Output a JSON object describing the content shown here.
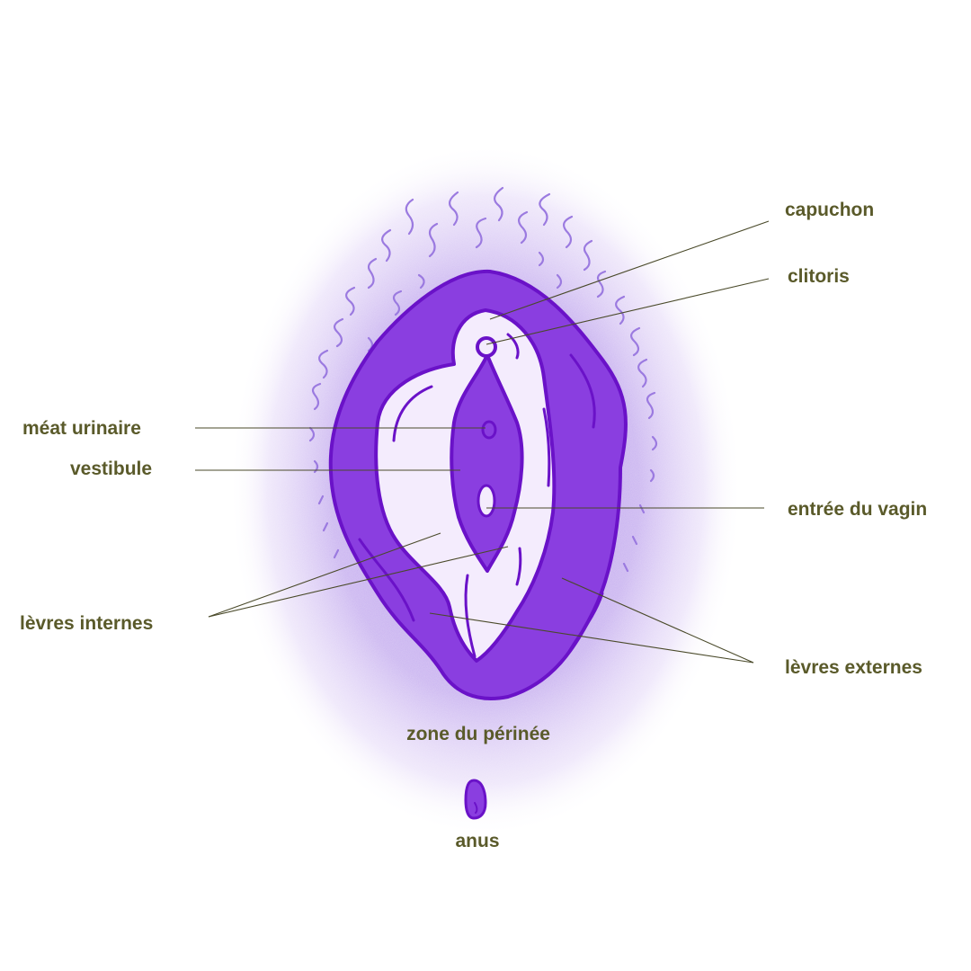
{
  "labels": {
    "capuchon": "capuchon",
    "clitoris": "clitoris",
    "meat_urinaire": "méat urinaire",
    "vestibule": "vestibule",
    "entree_du_vagin": "entrée du vagin",
    "levres_internes": "lèvres internes",
    "levres_externes": "lèvres externes",
    "zone_du_perinee": "zone du périnée",
    "anus": "anus"
  },
  "colors": {
    "background": "#ffffff",
    "glow": "#a883e6",
    "outer_lips": "#8a3ee0",
    "inner_lips": "#f4ecfd",
    "vestibule": "#8a3ee0",
    "outline": "#6a12c8",
    "hair": "#9b7ae0",
    "label_text": "#5a5a2a",
    "leader_line": "#4a4a2a"
  }
}
